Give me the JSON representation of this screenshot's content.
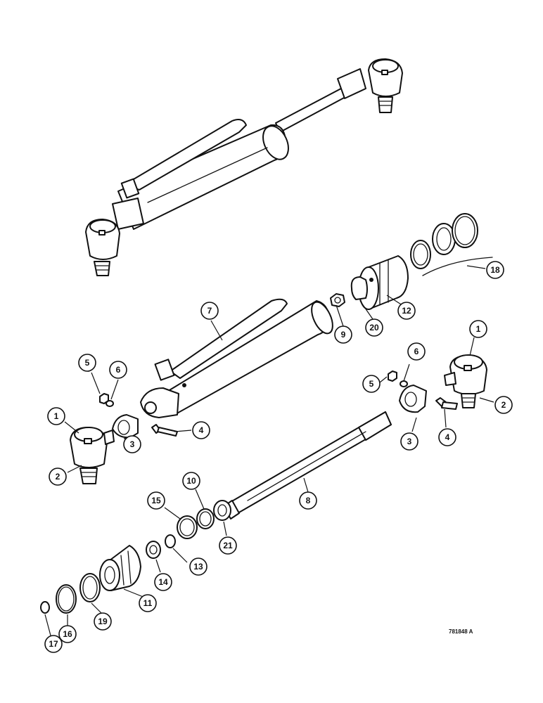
{
  "callouts": {
    "c1_upper": "1",
    "c1_lower": "1",
    "c2_upper": "2",
    "c2_lower": "2",
    "c3_left": "3",
    "c3_right": "3",
    "c4_left": "4",
    "c4_right": "4",
    "c5_left": "5",
    "c5_right": "5",
    "c6_left": "6",
    "c6_right": "6",
    "c7": "7",
    "c8": "8",
    "c9": "9",
    "c10": "10",
    "c11": "11",
    "c12": "12",
    "c13": "13",
    "c14": "14",
    "c15": "15",
    "c16": "16",
    "c17": "17",
    "c18": "18",
    "c19": "19",
    "c20": "20",
    "c21": "21"
  },
  "drawing_id": "781848 A"
}
